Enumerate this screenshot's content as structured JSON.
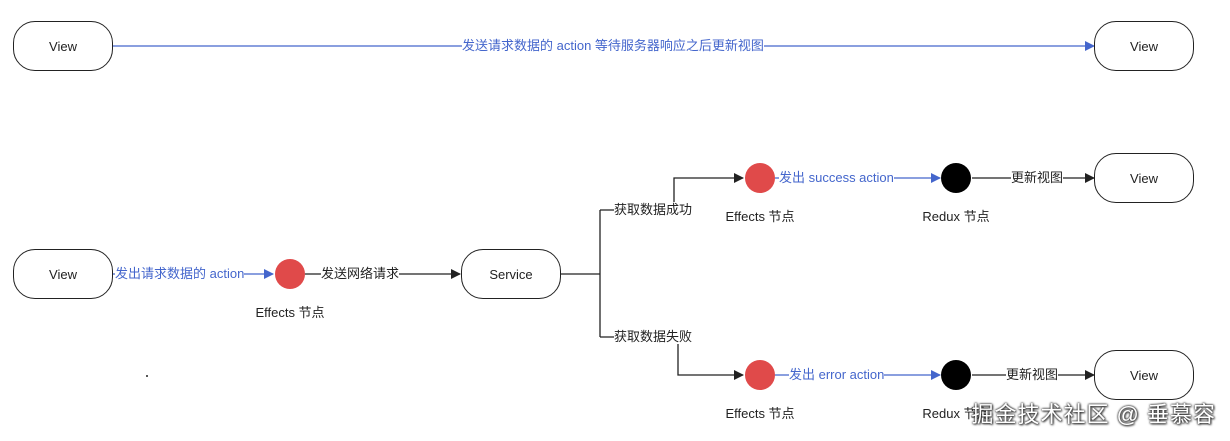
{
  "colors": {
    "accent_line": "#4466cc",
    "dark_line": "#222222",
    "effects_node": "#e04a4a",
    "redux_node": "#000000"
  },
  "nodes": {
    "view_top_left": "View",
    "view_top_right": "View",
    "view_mid_left": "View",
    "service": "Service",
    "view_success": "View",
    "view_error": "View"
  },
  "edges": {
    "top_flow": "发送请求数据的 action 等待服务器响应之后更新视图",
    "dispatch_request": "发出请求数据的 action",
    "network_request": "发送网络请求",
    "fetch_success": "获取数据成功",
    "fetch_fail": "获取数据失败",
    "dispatch_success": "发出 success action",
    "dispatch_error": "发出 error action",
    "update_view_success": "更新视图",
    "update_view_error": "更新视图"
  },
  "captions": {
    "effects_main": "Effects 节点",
    "effects_success": "Effects 节点",
    "effects_error": "Effects 节点",
    "redux_success": "Redux 节点",
    "redux_error": "Redux 节点"
  },
  "watermark": "掘金技术社区 @ 垂慕容"
}
